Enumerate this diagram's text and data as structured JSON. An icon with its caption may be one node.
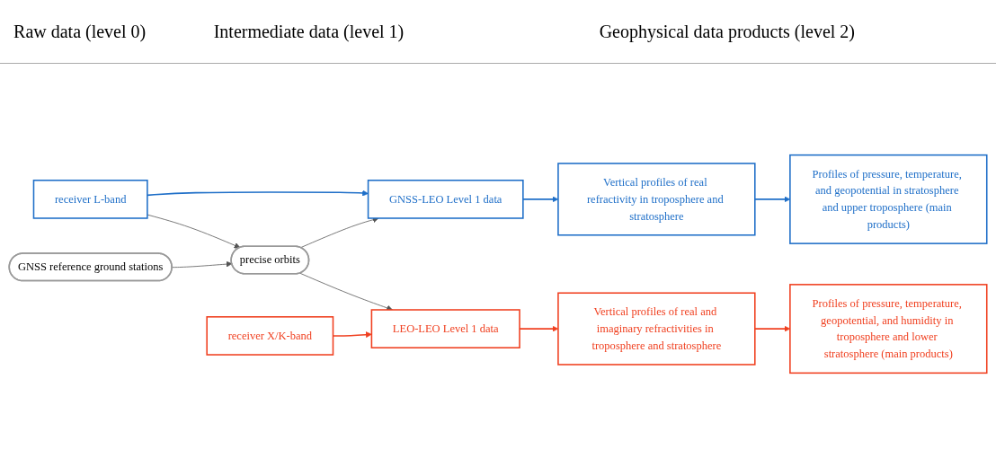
{
  "diagram": {
    "nodes": [
      {
        "text": [
          "receiver L-band"
        ]
      },
      {
        "text": [
          "GNSS-LEO Level 1 data"
        ]
      },
      {
        "text": [
          "Vertical profiles of real refractivity in troposphere and stratosphere"
        ]
      },
      {
        "text": [
          "Profiles of pressure, temperature, and geopotential in stratosphere and upper troposphere (main products)"
        ]
      },
      {
        "text": [
          "GNSS reference ground stations"
        ]
      },
      {
        "text": [
          "precise orbits"
        ]
      },
      {
        "text": [
          "receiver X/K-band"
        ]
      },
      {
        "text": [
          "LEO-LEO Level 1 data"
        ]
      },
      {
        "text": [
          "Vertical profiles of real and imaginary refractivities in troposphere and stratosphere"
        ]
      },
      {
        "text": [
          "Profiles of pressure, temperature, geopotential, and humidity in troposphere and lower stratosphere (main products)"
        ]
      }
    ],
    "edges": [
      {
        "from": 0,
        "to": 1,
        "arrow": "to",
        "color": "#1f6fc8"
      },
      {
        "from": 1,
        "to": 2,
        "arrow": "to",
        "color": "#1f6fc8"
      },
      {
        "from": 2,
        "to": 3,
        "arrow": "to",
        "color": "#1f6fc8"
      },
      {
        "from": 0,
        "to": 5,
        "arrow": "to"
      },
      {
        "from": 4,
        "to": 5,
        "arrow": "to"
      },
      {
        "from": 5,
        "to": 1,
        "arrow": "to"
      },
      {
        "from": 5,
        "to": 7,
        "arrow": "to"
      },
      {
        "from": 6,
        "to": 7,
        "arrow": "to",
        "color": "#f04020"
      },
      {
        "from": 7,
        "to": 8,
        "arrow": "to",
        "color": "#f04020"
      },
      {
        "from": 8,
        "to": 9,
        "arrow": "to",
        "color": "#f04020"
      }
    ],
    "labels": [
      "Raw data (level 0)",
      "Intermediate data (level 1)",
      "Geophysical data products (level 2)"
    ]
  }
}
